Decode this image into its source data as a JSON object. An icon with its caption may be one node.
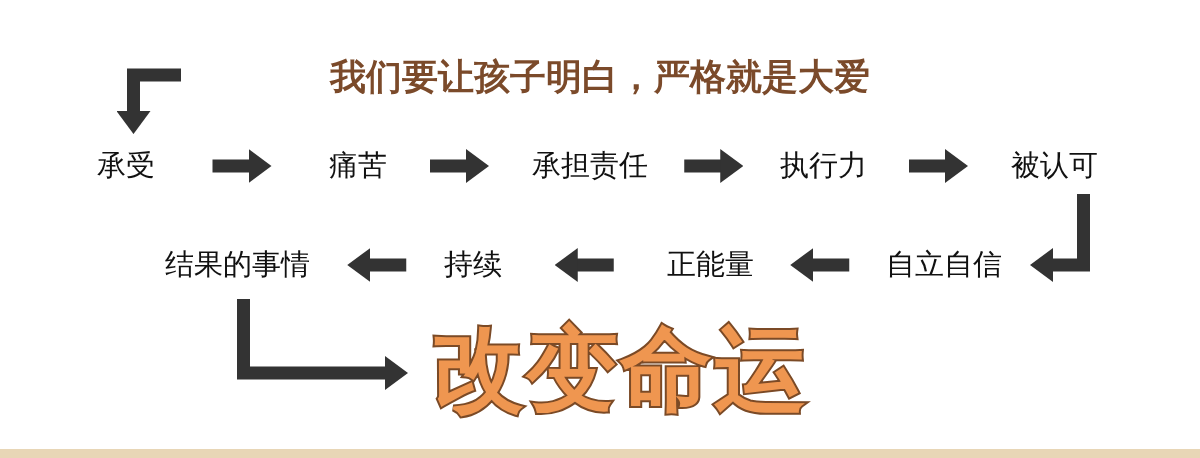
{
  "diagram": {
    "title": "我们要让孩子明白，严格就是大爱",
    "nodes": [
      {
        "text": [
          "承受"
        ]
      },
      {
        "text": [
          "痛苦"
        ]
      },
      {
        "text": [
          "承担责任"
        ]
      },
      {
        "text": [
          "执行力"
        ]
      },
      {
        "text": [
          "被认可"
        ]
      },
      {
        "text": [
          "结果的事情"
        ]
      },
      {
        "text": [
          "持续"
        ]
      },
      {
        "text": [
          "正能量"
        ]
      },
      {
        "text": [
          "自立自信"
        ]
      },
      {
        "text": [
          "改变命运"
        ]
      }
    ],
    "edges": [
      {
        "from": null,
        "to": 0,
        "arrow": "to"
      },
      {
        "from": 0,
        "to": 1,
        "arrow": "to"
      },
      {
        "from": 1,
        "to": 2,
        "arrow": "to"
      },
      {
        "from": 2,
        "to": 3,
        "arrow": "to"
      },
      {
        "from": 3,
        "to": 4,
        "arrow": "to"
      },
      {
        "from": 4,
        "to": 8,
        "arrow": "to"
      },
      {
        "from": 8,
        "to": 7,
        "arrow": "to"
      },
      {
        "from": 7,
        "to": 6,
        "arrow": "to"
      },
      {
        "from": 6,
        "to": 5,
        "arrow": "to"
      },
      {
        "from": 5,
        "to": 9,
        "arrow": "to"
      }
    ]
  }
}
